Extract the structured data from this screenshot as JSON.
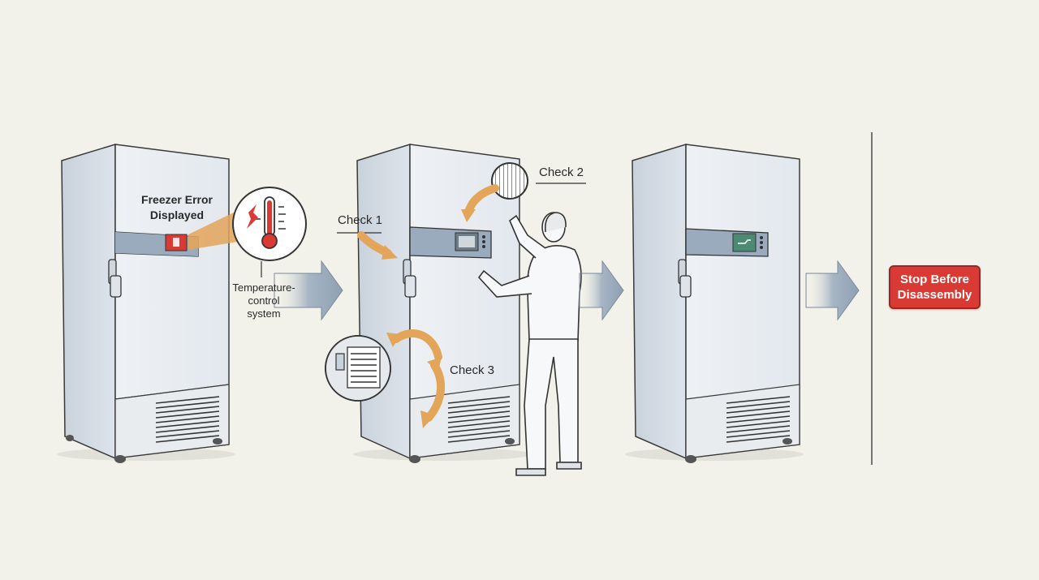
{
  "step1": {
    "error_title_line1": "Freezer Error",
    "error_title_line2": "Displayed",
    "callout_line1": "Temperature-",
    "callout_line2": "control",
    "callout_line3": "system"
  },
  "step2": {
    "check1": "Check 1",
    "check2": "Check 2",
    "check3": "Check 3"
  },
  "final": {
    "stop_line1": "Stop Before",
    "stop_line2": "Disassembly"
  },
  "colors": {
    "alert_red": "#d93b34",
    "check_orange": "#e3a55a",
    "display_green": "#4c8a74"
  },
  "icons": [
    "thermometer-icon",
    "warning-icon",
    "vent-grille-icon",
    "condenser-coil-icon"
  ]
}
